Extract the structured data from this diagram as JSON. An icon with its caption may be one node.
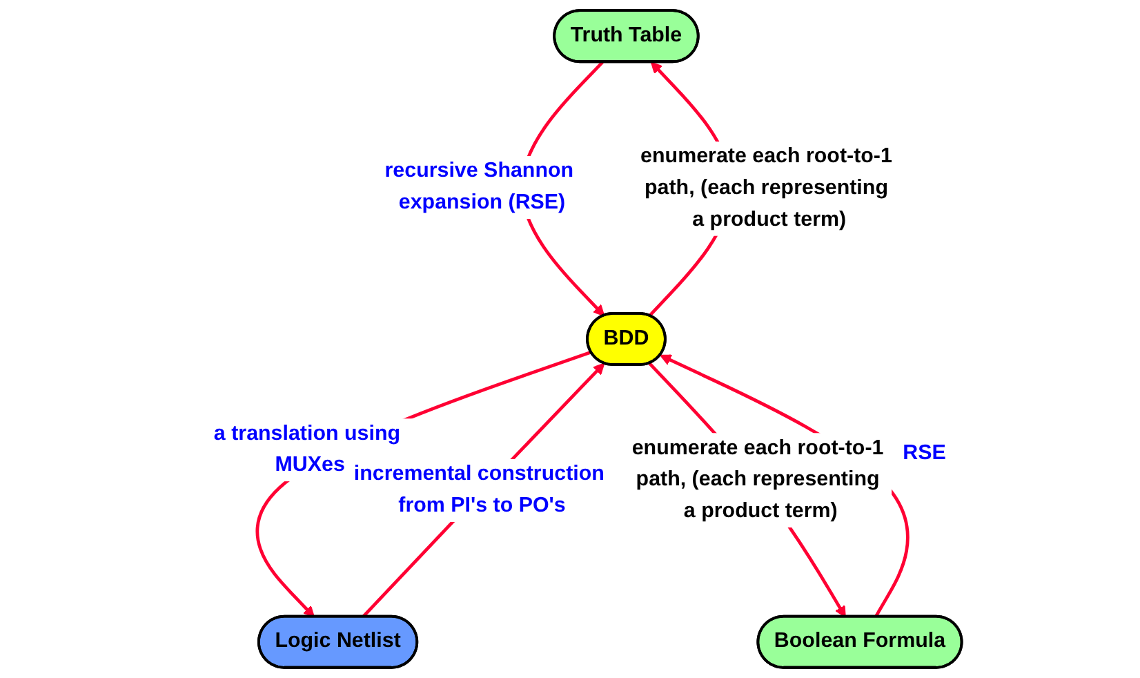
{
  "diagram": {
    "nodes": [
      {
        "text": [
          "Truth Table"
        ]
      },
      {
        "text": [
          "BDD"
        ]
      },
      {
        "text": [
          "Logic Netlist"
        ]
      },
      {
        "text": [
          "Boolean Formula"
        ]
      }
    ],
    "edges": [
      {
        "from": 0,
        "to": 1,
        "arrow": "to",
        "label": "recursive Shannon expansion (RSE)"
      },
      {
        "from": 1,
        "to": 0,
        "arrow": "to",
        "label": "enumerate each root-to-1 path, (each representing a product term)"
      },
      {
        "from": 1,
        "to": 2,
        "arrow": "to",
        "label": "a translation using MUXes"
      },
      {
        "from": 2,
        "to": 1,
        "arrow": "to",
        "label": "incremental construction from PI's to PO's"
      },
      {
        "from": 1,
        "to": 3,
        "arrow": "to",
        "label": "enumerate each root-to-1 path, (each representing a product term)"
      },
      {
        "from": 3,
        "to": 1,
        "arrow": "to",
        "label": "RSE"
      }
    ]
  }
}
